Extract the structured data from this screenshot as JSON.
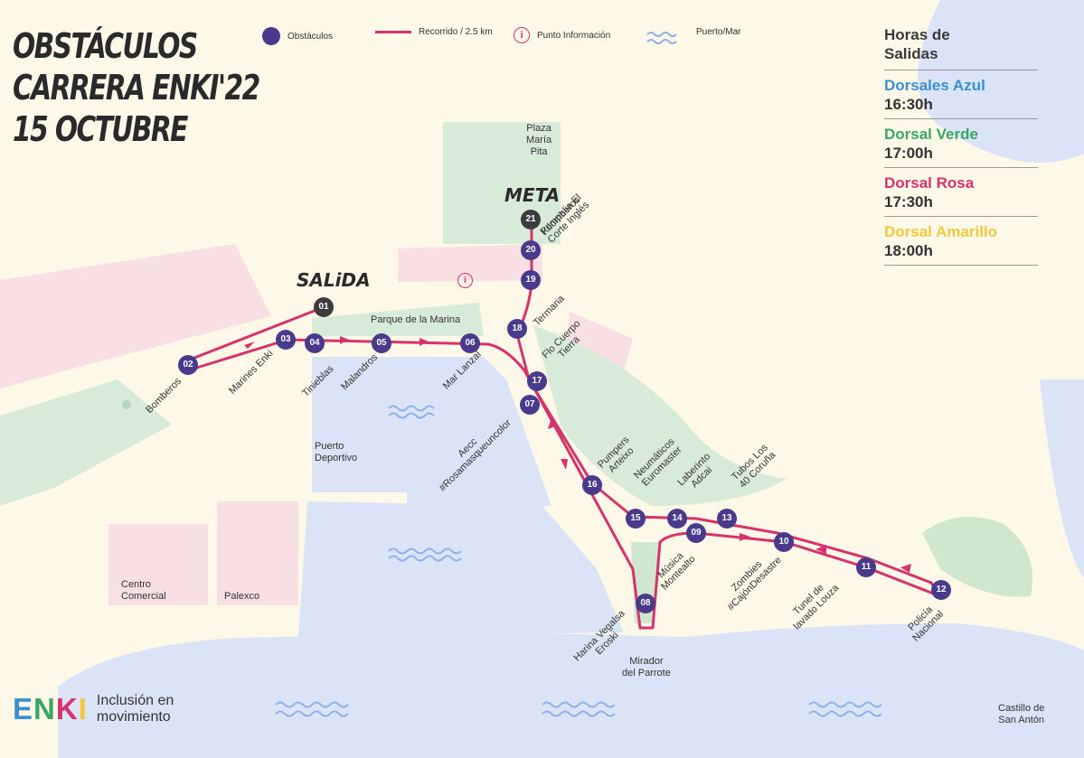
{
  "title": [
    "OBSTÁCULOS",
    "CARRERA ENKI'22",
    "15 OCTUBRE"
  ],
  "legend": {
    "obstacles": "Obstáculos",
    "route": "Recorrido / 2.5 km",
    "info": "Punto Información",
    "info_symbol": "i",
    "water": "Puerto/Mar"
  },
  "schedule": {
    "heading_line1": "Horas de",
    "heading_line2": "Salidas",
    "rows": [
      {
        "name": "Dorsales Azul",
        "time": "16:30h",
        "color": "#3b8fd0"
      },
      {
        "name": "Dorsal Verde",
        "time": "17:00h",
        "color": "#3aa564"
      },
      {
        "name": "Dorsal Rosa",
        "time": "17:30h",
        "color": "#d6336c"
      },
      {
        "name": "Dorsal Amarillo",
        "time": "18:00h",
        "color": "#f1c93c"
      }
    ]
  },
  "labels": {
    "start": "SALiDA",
    "finish": "META"
  },
  "places": {
    "plaza_line1": "Plaza",
    "plaza_line2": "María",
    "plaza_line3": "Pita",
    "park": "Parque de la Marina",
    "port_line1": "Puerto",
    "port_line2": "Deportivo",
    "mall_line1": "Centro",
    "mall_line2": "Comercial",
    "palexco": "Palexco",
    "mirador_line1": "Mirador",
    "mirador_line2": "del Parrote",
    "castillo_line1": "Castillo de",
    "castillo_line2": "San Antón"
  },
  "stops": [
    {
      "n": "01",
      "label": ""
    },
    {
      "n": "02",
      "label": "Bomberos"
    },
    {
      "n": "03",
      "label": "Marines Enki"
    },
    {
      "n": "04",
      "label": "Tinieblas"
    },
    {
      "n": "05",
      "label": "Malandros"
    },
    {
      "n": "06",
      "label": "Mar Lanzal"
    },
    {
      "n": "07",
      "label": "Aecc #Rosamasqueuncolor"
    },
    {
      "n": "08",
      "label": "Harina Vegalsa Eroski"
    },
    {
      "n": "09",
      "label": "Música Montealto"
    },
    {
      "n": "10",
      "label": "Zombies #CajónDesastre"
    },
    {
      "n": "11",
      "label": "Tunel de lavado Louza"
    },
    {
      "n": "12",
      "label": "Policía Nacional"
    },
    {
      "n": "13",
      "label": "Tubos Los 40 Coruña"
    },
    {
      "n": "14",
      "label": "Laberinto Adcai"
    },
    {
      "n": "15",
      "label": "Neumáticos Euromaster"
    },
    {
      "n": "16",
      "label": "Pumpers Arteixo"
    },
    {
      "n": "17",
      "label": "Flo Cuerpo Tierra"
    },
    {
      "n": "18",
      "label": "Termaria"
    },
    {
      "n": "19",
      "label": "Pompalia El Corte Inglés"
    },
    {
      "n": "20",
      "label": "Kilomberos"
    },
    {
      "n": "21",
      "label": ""
    }
  ],
  "brand": {
    "logo": "ENKI",
    "tag_line1": "Inclusión en",
    "tag_line2": "movimiento"
  },
  "colors": {
    "route": "#d6336c",
    "obstacle": "#4a3a8c",
    "start_finish": "#3c3c3c",
    "water": "#dbe4f6",
    "green_area": "#d8ebd9",
    "pink_area": "#f7dfe4"
  }
}
